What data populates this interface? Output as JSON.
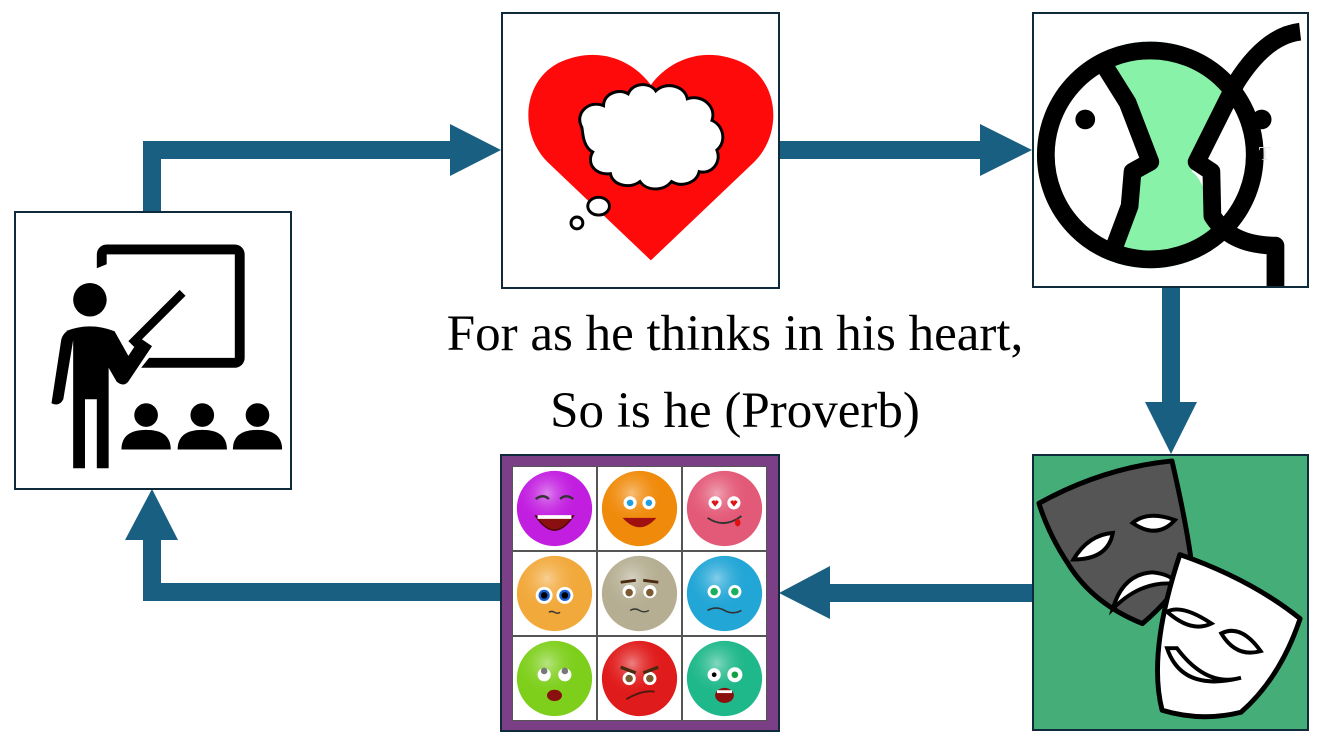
{
  "diagram": {
    "type": "cycle",
    "flow_color": "#185f82",
    "quote": {
      "line1": "For as he thinks in his heart,",
      "line2": "So is he (Proverb)"
    },
    "nodes": [
      {
        "id": "teaching",
        "icon": "teacher-presentation-icon",
        "description": "Teacher pointing at a board with three students"
      },
      {
        "id": "heart-thought",
        "icon": "heart-thought-bubble-icon",
        "description": "Red heart with an empty thought cloud",
        "color": "#ff0a0a"
      },
      {
        "id": "dialogue",
        "icon": "two-faces-dialogue-icon",
        "description": "Two face profiles facing each other",
        "color": "#88f2a9"
      },
      {
        "id": "masks",
        "icon": "theater-masks-icon",
        "description": "Comedy and tragedy theater masks",
        "background": "#45ae78"
      },
      {
        "id": "emotions",
        "icon": "emoji-grid-icon",
        "description": "Grid of nine emotion faces",
        "frame_color": "#7b3f86"
      }
    ],
    "edges": [
      {
        "from": "teaching",
        "to": "heart-thought"
      },
      {
        "from": "heart-thought",
        "to": "dialogue"
      },
      {
        "from": "dialogue",
        "to": "masks"
      },
      {
        "from": "masks",
        "to": "emotions"
      },
      {
        "from": "emotions",
        "to": "teaching"
      }
    ],
    "emojis": [
      {
        "name": "laughing",
        "color": "#c21ee0"
      },
      {
        "name": "happy",
        "color": "#f08a0a"
      },
      {
        "name": "in-love",
        "color": "#e35a78"
      },
      {
        "name": "pleading",
        "color": "#f2a93c"
      },
      {
        "name": "worried",
        "color": "#b5ae92"
      },
      {
        "name": "uneasy",
        "color": "#22a6d6"
      },
      {
        "name": "distressed",
        "color": "#7ecf1c"
      },
      {
        "name": "angry",
        "color": "#e01b1b"
      },
      {
        "name": "shocked",
        "color": "#1fb88a"
      }
    ]
  }
}
